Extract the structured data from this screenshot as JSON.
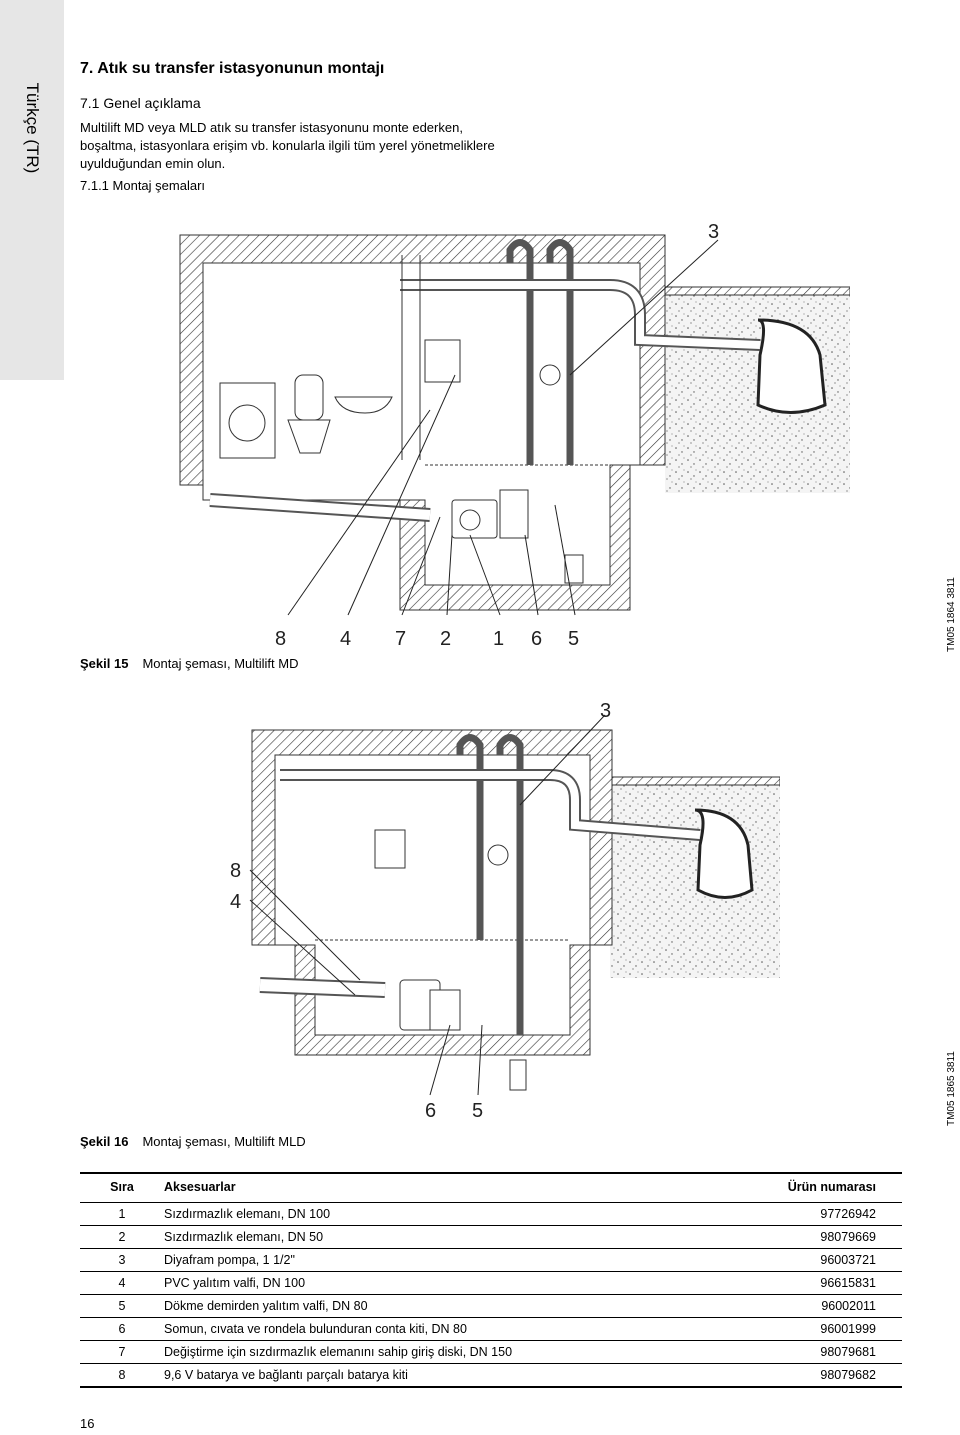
{
  "side_tab": "Türkçe (TR)",
  "heading": "7. Atık su transfer istasyonunun montajı",
  "subheading": "7.1 Genel açıklama",
  "paragraph": "Multilift MD veya MLD atık su transfer istasyonunu monte ederken, boşaltma, istasyonlara erişim vb. konularla ilgili tüm yerel yönetmeliklere uyulduğundan emin olun.",
  "subsubheading": "7.1.1 Montaj şemaları",
  "figure15": {
    "label": "Şekil 15",
    "caption": "Montaj şeması, Multilift MD",
    "code": "TM05 1864 3811",
    "callouts": [
      "3",
      "8",
      "4",
      "7",
      "2",
      "1",
      "6",
      "5"
    ]
  },
  "figure16": {
    "label": "Şekil 16",
    "caption": "Montaj şeması, Multilift MLD",
    "code": "TM05 1865 3811",
    "callouts": [
      "3",
      "8",
      "4",
      "6",
      "5"
    ]
  },
  "table": {
    "headers": [
      "Sıra",
      "Aksesuarlar",
      "Ürün numarası"
    ],
    "rows": [
      [
        "1",
        "Sızdırmazlık elemanı, DN 100",
        "97726942"
      ],
      [
        "2",
        "Sızdırmazlık elemanı, DN 50",
        "98079669"
      ],
      [
        "3",
        "Diyafram pompa, 1 1/2\"",
        "96003721"
      ],
      [
        "4",
        "PVC yalıtım valfi, DN 100",
        "96615831"
      ],
      [
        "5",
        "Dökme demirden yalıtım valfi, DN 80",
        "96002011"
      ],
      [
        "6",
        "Somun, cıvata ve rondela bulunduran conta kiti, DN 80",
        "96001999"
      ],
      [
        "7",
        "Değiştirme için sızdırmazlık elemanını sahip giriş diski, DN 150",
        "98079681"
      ],
      [
        "8",
        "9,6 V batarya ve bağlantı parçalı batarya kiti",
        "98079682"
      ]
    ]
  },
  "page_number": "16"
}
